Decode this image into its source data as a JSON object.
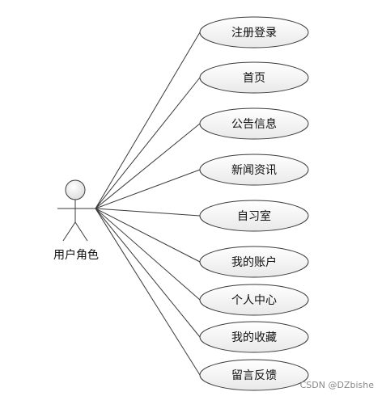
{
  "actor": {
    "label": "用户角色"
  },
  "use_cases": [
    {
      "label": "注册登录"
    },
    {
      "label": "首页"
    },
    {
      "label": "公告信息"
    },
    {
      "label": "新闻资讯"
    },
    {
      "label": "自习室"
    },
    {
      "label": "我的账户"
    },
    {
      "label": "个人中心"
    },
    {
      "label": "我的收藏"
    },
    {
      "label": "留言反馈"
    }
  ],
  "watermark": "CSDN @DZbishe"
}
